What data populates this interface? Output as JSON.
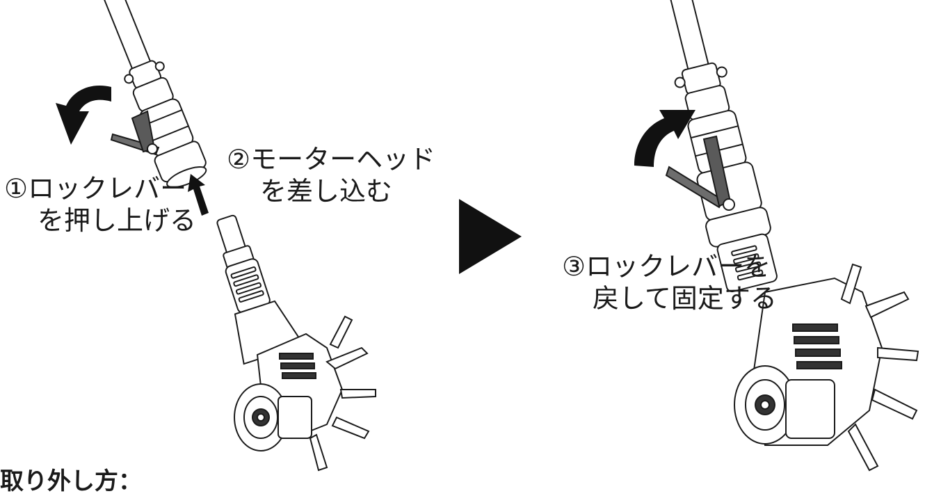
{
  "steps": [
    {
      "num": "①",
      "line1": "ロックレバー",
      "line2": "を押し上げる"
    },
    {
      "num": "②",
      "line1": "モーターヘッド",
      "line2": "を差し込む"
    },
    {
      "num": "③",
      "line1": "ロックレバーを",
      "line2": "戻して固定する"
    }
  ],
  "heading": "取り外し方：",
  "colors": {
    "ink": "#1a1a1a",
    "fill": "#111111",
    "background": "#ffffff"
  },
  "icons": [
    "rotate-ccw-arrow-icon",
    "insert-up-arrow-icon",
    "next-step-triangle-icon",
    "rotate-cw-arrow-icon"
  ]
}
